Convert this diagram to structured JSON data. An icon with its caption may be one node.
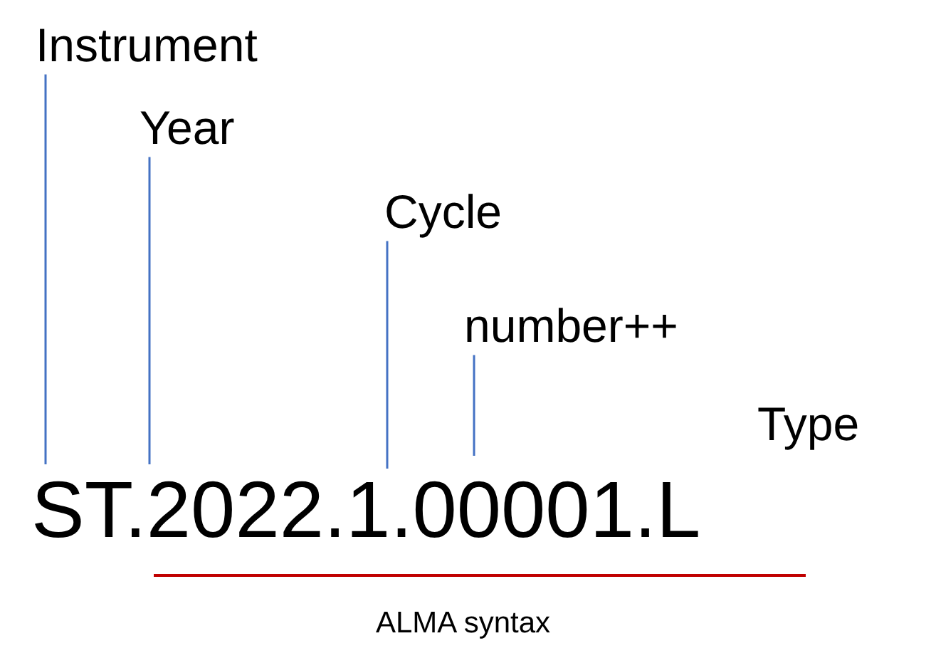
{
  "diagram": {
    "nodes": [
      {
        "text": [
          "Instrument"
        ]
      },
      {
        "text": [
          "Year"
        ]
      },
      {
        "text": [
          "Cycle"
        ]
      },
      {
        "text": [
          "number++"
        ]
      }
    ],
    "edges": [
      {
        "from": 0,
        "to": null,
        "arrow": "none"
      },
      {
        "from": 1,
        "to": null,
        "arrow": "none"
      },
      {
        "from": 2,
        "to": null,
        "arrow": "none"
      },
      {
        "from": 3,
        "to": null,
        "arrow": "none"
      }
    ],
    "labels": [
      "Type",
      "ST.2022.1.00001.L",
      "ALMA syntax"
    ]
  }
}
